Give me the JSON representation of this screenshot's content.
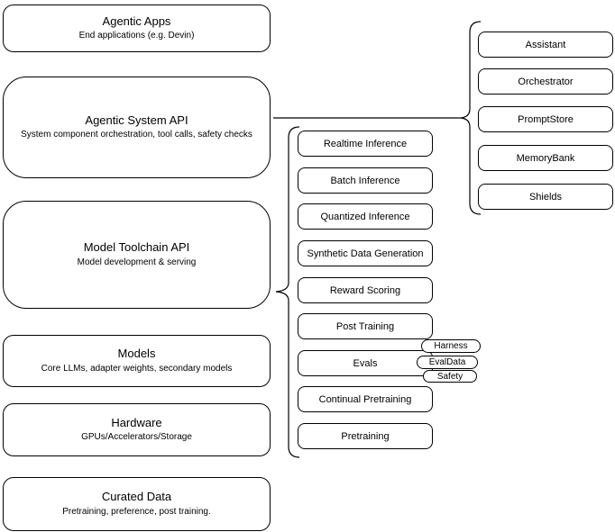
{
  "left_column": [
    {
      "title": "Agentic Apps",
      "subtitle": "End applications (e.g. Devin)"
    },
    {
      "title": "Agentic System API",
      "subtitle": "System component orchestration, tool calls, safety checks"
    },
    {
      "title": "Model Toolchain API",
      "subtitle": "Model development & serving"
    },
    {
      "title": "Models",
      "subtitle": "Core LLMs, adapter weights, secondary models"
    },
    {
      "title": "Hardware",
      "subtitle": "GPUs/Accelerators/Storage"
    },
    {
      "title": "Curated Data",
      "subtitle": "Pretraining, preference, post training."
    }
  ],
  "toolchain_items": [
    "Realtime Inference",
    "Batch Inference",
    "Quantized Inference",
    "Synthetic Data Generation",
    "Reward Scoring",
    "Post Training",
    "Evals",
    "Continual Pretraining",
    "Pretraining"
  ],
  "eval_tags": [
    "Harness",
    "EvalData",
    "Safety"
  ],
  "system_components": [
    "Assistant",
    "Orchestrator",
    "PromptStore",
    "MemoryBank",
    "Shields"
  ],
  "colors": {
    "border": "#000000",
    "fill": "#ffffff",
    "text": "#000000",
    "background": "#ffffff"
  }
}
